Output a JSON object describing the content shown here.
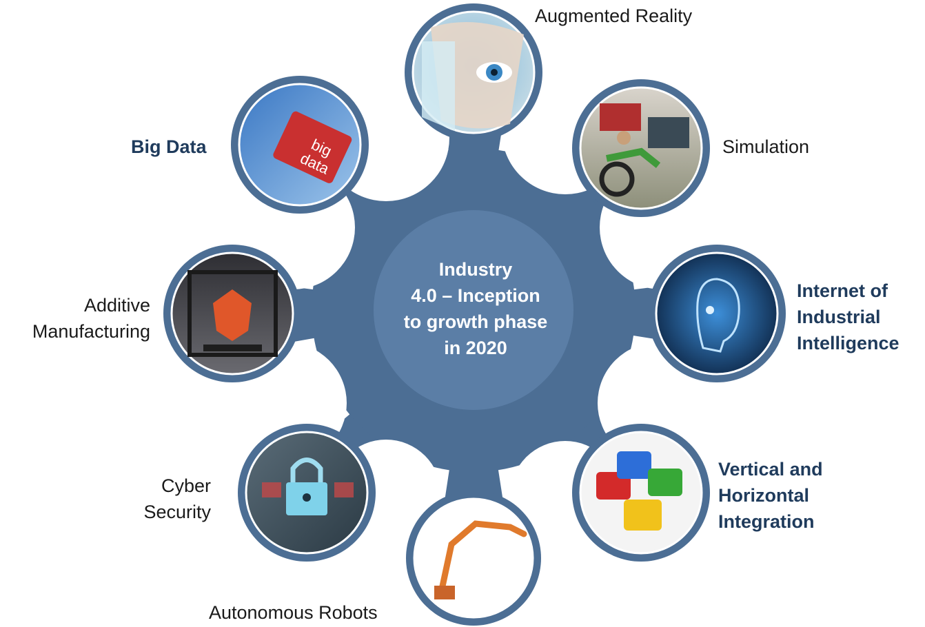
{
  "hub": {
    "center_lines": [
      "Industry",
      "4.0 – Inception",
      "to growth phase",
      "in 2020"
    ],
    "color": "#4c6e94"
  },
  "nodes": [
    {
      "id": "augmented-reality",
      "lines": [
        "Augmented Reality"
      ],
      "bold": false,
      "icon": "eye-visor-icon"
    },
    {
      "id": "simulation",
      "lines": [
        "Simulation"
      ],
      "bold": false,
      "icon": "motorbike-simulator-icon"
    },
    {
      "id": "internet-of-industrial-intelligence",
      "lines": [
        "Internet of",
        "Industrial",
        "Intelligence"
      ],
      "bold": true,
      "icon": "digital-head-icon"
    },
    {
      "id": "vertical-horizontal-integration",
      "lines": [
        "Vertical and",
        "Horizontal",
        "Integration"
      ],
      "bold": true,
      "icon": "puzzle-pieces-icon"
    },
    {
      "id": "autonomous-robots",
      "lines": [
        "Autonomous Robots"
      ],
      "bold": false,
      "icon": "robot-arm-icon"
    },
    {
      "id": "cyber-security",
      "lines": [
        "Cyber",
        "Security"
      ],
      "bold": false,
      "icon": "padlock-icon"
    },
    {
      "id": "additive-manufacturing",
      "lines": [
        "Additive",
        "Manufacturing"
      ],
      "bold": false,
      "icon": "3d-printer-icon"
    },
    {
      "id": "big-data",
      "lines": [
        "Big Data"
      ],
      "bold": true,
      "icon": "big-data-key-icon"
    }
  ]
}
